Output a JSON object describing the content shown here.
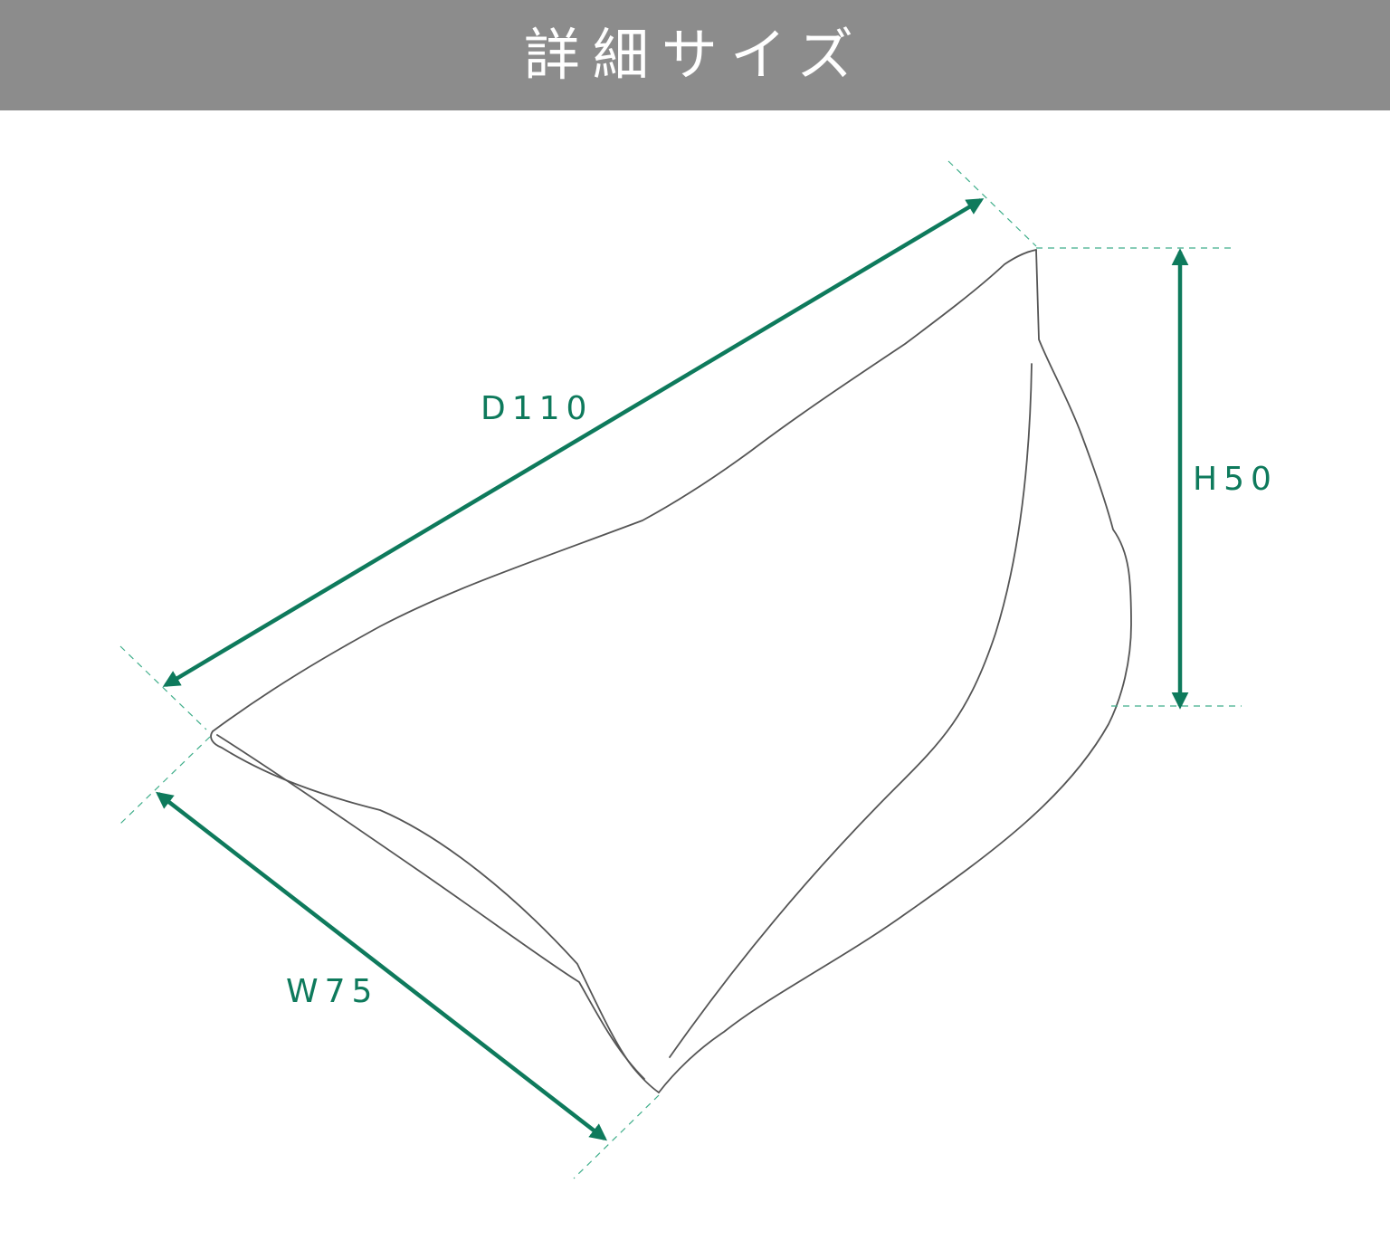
{
  "header": {
    "title": "詳細サイズ"
  },
  "dimensions": {
    "depth_label": "D110",
    "height_label": "H50",
    "width_label": "W75"
  },
  "colors": {
    "header_bg": "#8c8c8c",
    "header_text": "#ffffff",
    "dimension_color": "#0e7a5c",
    "guide_color": "#3fae8a",
    "outline_color": "#555555"
  },
  "icons": {
    "arrowhead": "arrowhead-icon"
  }
}
